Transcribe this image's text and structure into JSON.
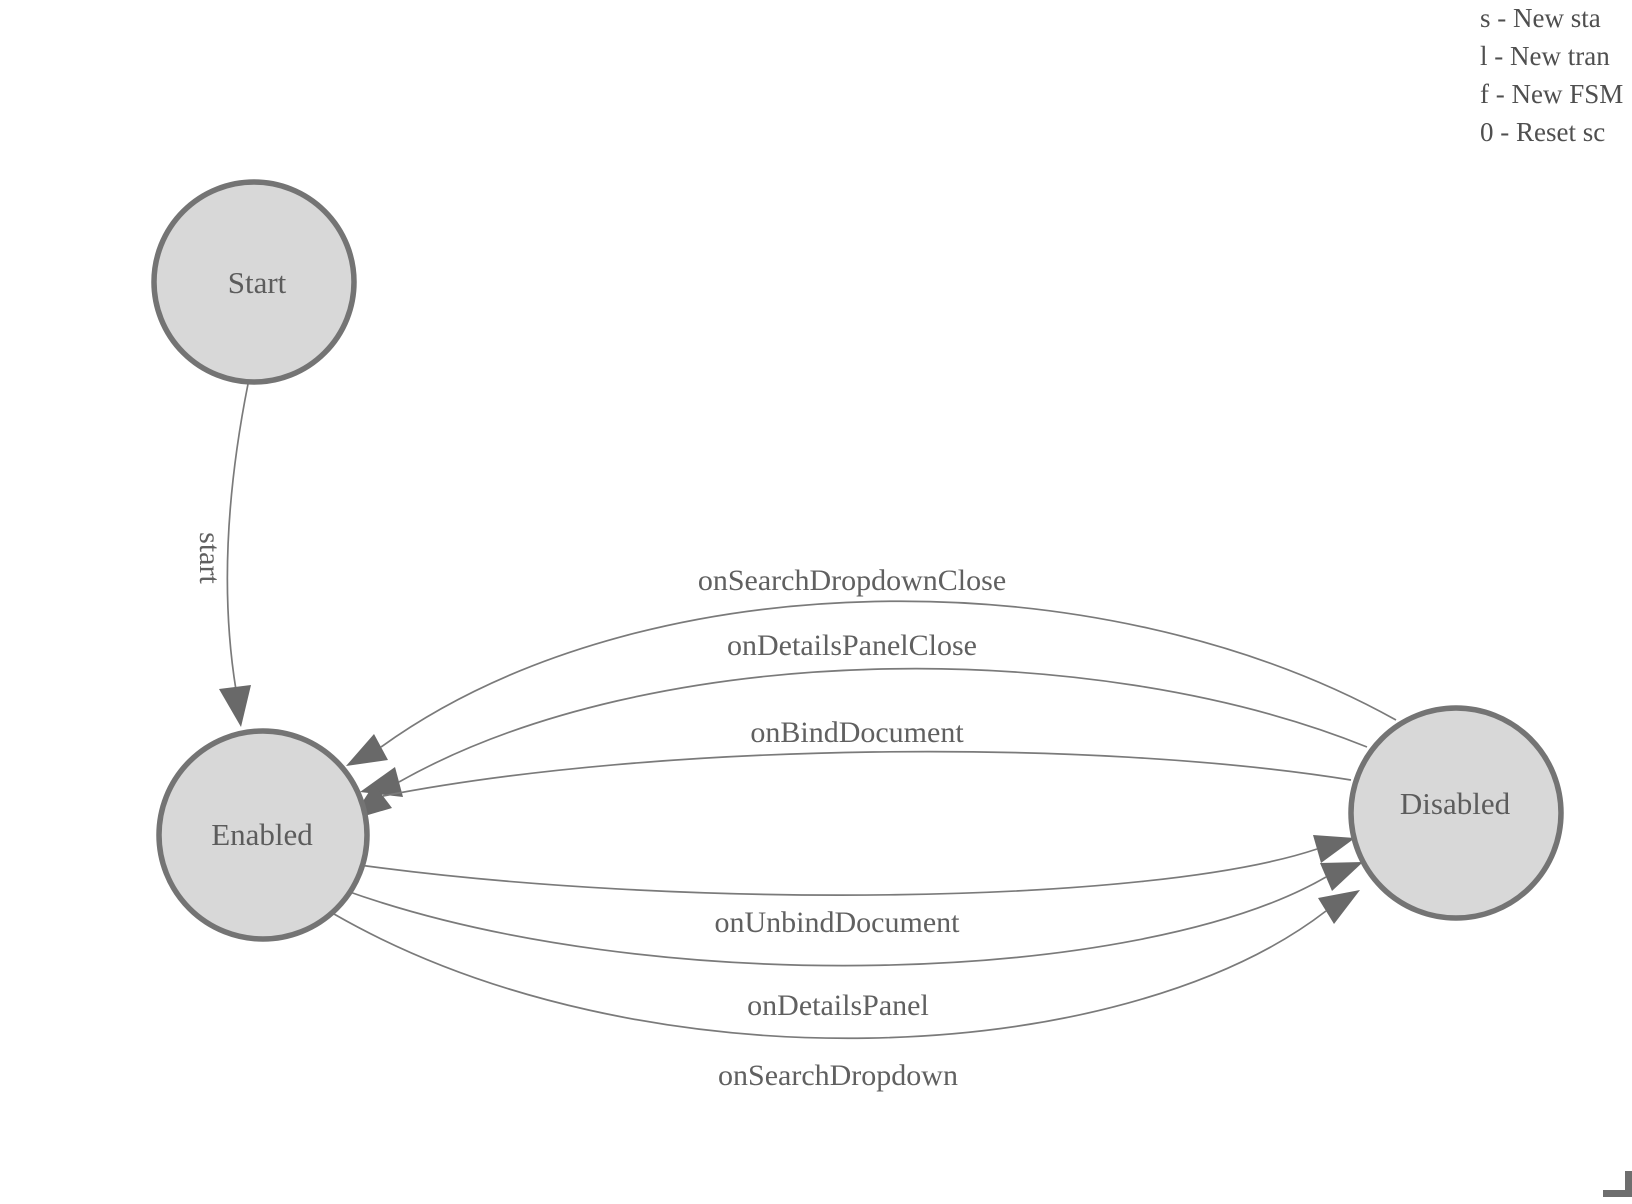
{
  "legend": {
    "lines": [
      "s - New sta",
      "l - New tran",
      "f - New FSM",
      "0 - Reset sc"
    ]
  },
  "diagram": {
    "states": [
      {
        "id": "start",
        "label": "Start"
      },
      {
        "id": "enabled",
        "label": "Enabled"
      },
      {
        "id": "disabled",
        "label": "Disabled"
      }
    ],
    "transitions": [
      {
        "label": "start",
        "from": "Start",
        "to": "Enabled"
      },
      {
        "label": "onSearchDropdownClose",
        "from": "Disabled",
        "to": "Enabled"
      },
      {
        "label": "onDetailsPanelClose",
        "from": "Disabled",
        "to": "Enabled"
      },
      {
        "label": "onBindDocument",
        "from": "Disabled",
        "to": "Enabled"
      },
      {
        "label": "onUnbindDocument",
        "from": "Enabled",
        "to": "Disabled"
      },
      {
        "label": "onDetailsPanel",
        "from": "Enabled",
        "to": "Disabled"
      },
      {
        "label": "onSearchDropdown",
        "from": "Enabled",
        "to": "Disabled"
      }
    ],
    "colors": {
      "state_fill": "#d8d8d8",
      "state_stroke": "#747474",
      "edge": "#7a7a7a",
      "arrowhead": "#696969",
      "label_text": "#5c5c5c",
      "legend_text": "#4f4f4f"
    }
  }
}
